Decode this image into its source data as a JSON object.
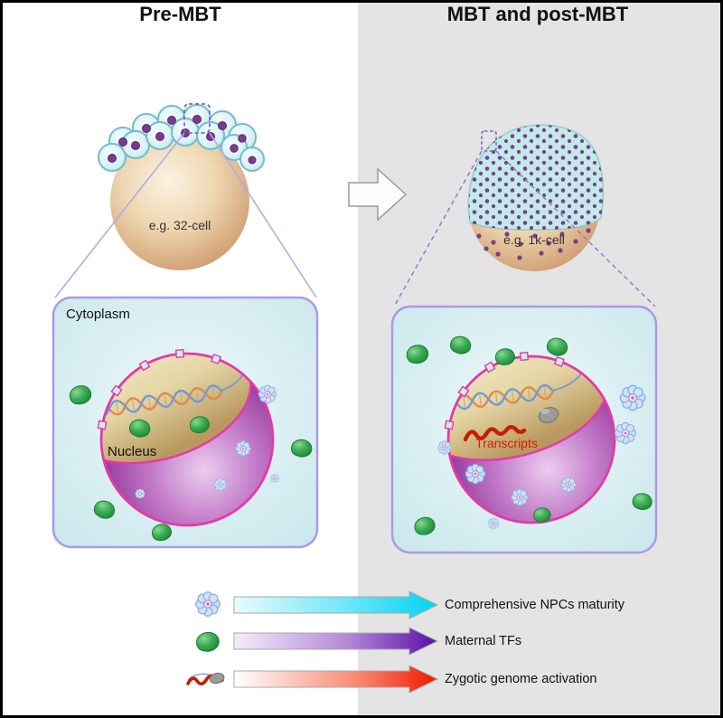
{
  "panels": {
    "left": {
      "title": "Pre-MBT",
      "embryo_label": "e.g. 32-cell",
      "cytoplasm_label": "Cytoplasm",
      "nucleus_label": "Nucleus"
    },
    "right": {
      "title": "MBT and post-MBT",
      "embryo_label": "e.g. 1k-cell",
      "transcripts_label": "Transcripts"
    }
  },
  "legend": {
    "items": [
      {
        "icon": "npc-flower-icon",
        "label": "Comprehensive NPCs maturity",
        "gradient_start": "#e8fbfe",
        "gradient_end": "#00d4f2"
      },
      {
        "icon": "maternal-tf-icon",
        "label": "Maternal TFs",
        "gradient_start": "#f3eef9",
        "gradient_end": "#5a10a6"
      },
      {
        "icon": "zga-transcript-icon",
        "label": "Zygotic genome activation",
        "gradient_start": "#ffffff",
        "gradient_end": "#f01800"
      }
    ]
  },
  "colors": {
    "left_panel_bg": "#ffffff",
    "right_panel_bg": "#e4e4e4",
    "zoom_panel_fill": "#d6edf0",
    "zoom_panel_border": "#a79ce4",
    "nucleus_fill": "#9c3f9e",
    "nucleus_rim": "#e23ba5",
    "embryo_sphere": "#d9ab7c",
    "blastomere_fill": "#d8f2f5",
    "maternal_tf_green": "#2f9e44",
    "transcript_red": "#c41e00",
    "npc_petal_blue": "#cfe2f7"
  }
}
